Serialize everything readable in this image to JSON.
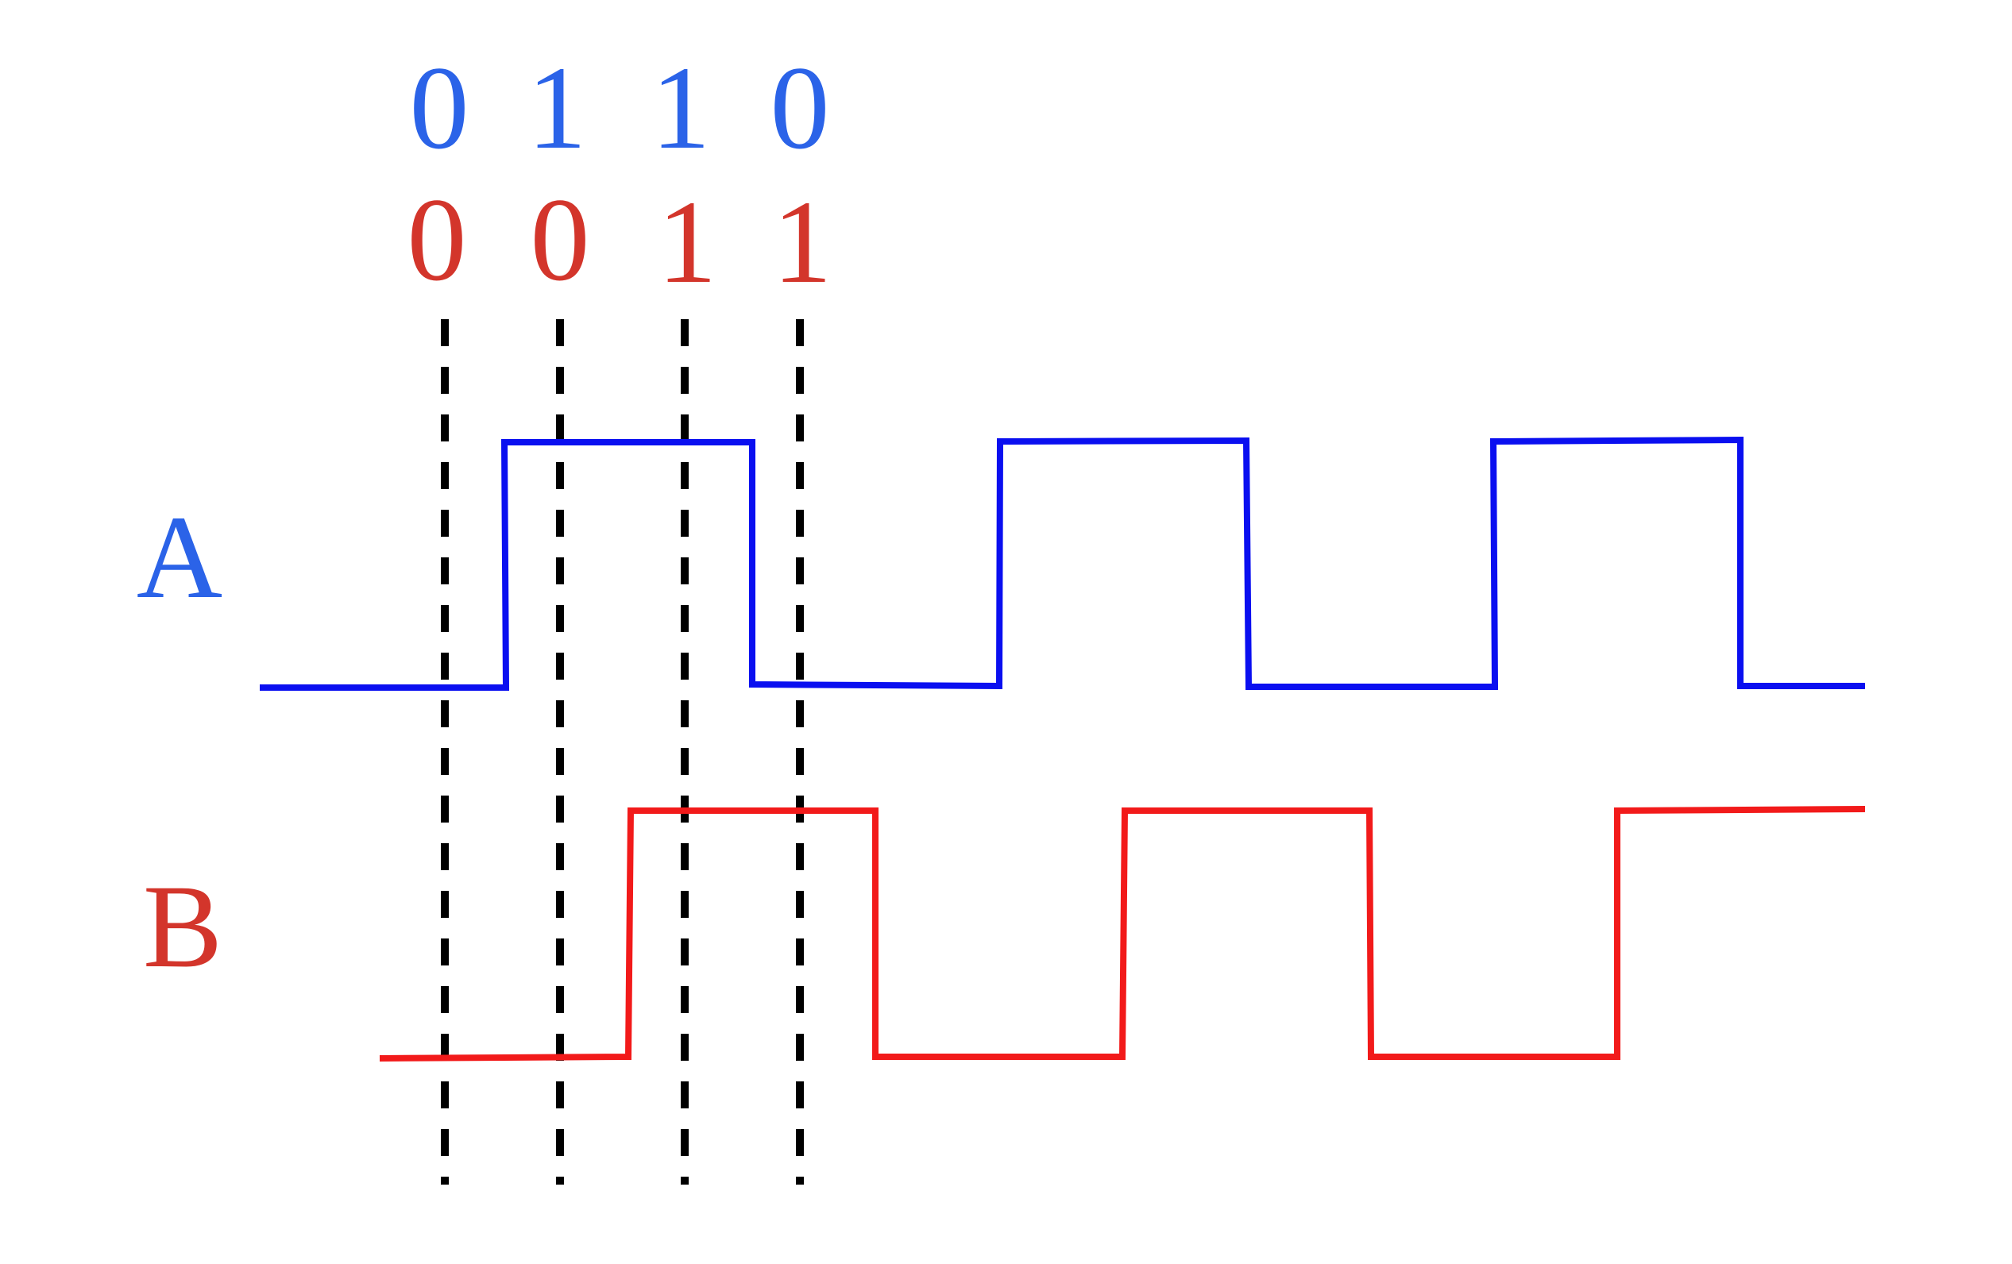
{
  "colors": {
    "channel_a": "#0a0ff0",
    "channel_a_text": "#2b63e8",
    "channel_b": "#f21a1a",
    "channel_b_text": "#d3352b",
    "marker": "#000000"
  },
  "channels": {
    "a": {
      "label": "A",
      "bits": [
        "0",
        "1",
        "1",
        "0"
      ]
    },
    "b": {
      "label": "B",
      "bits": [
        "0",
        "0",
        "1",
        "1"
      ]
    }
  }
}
